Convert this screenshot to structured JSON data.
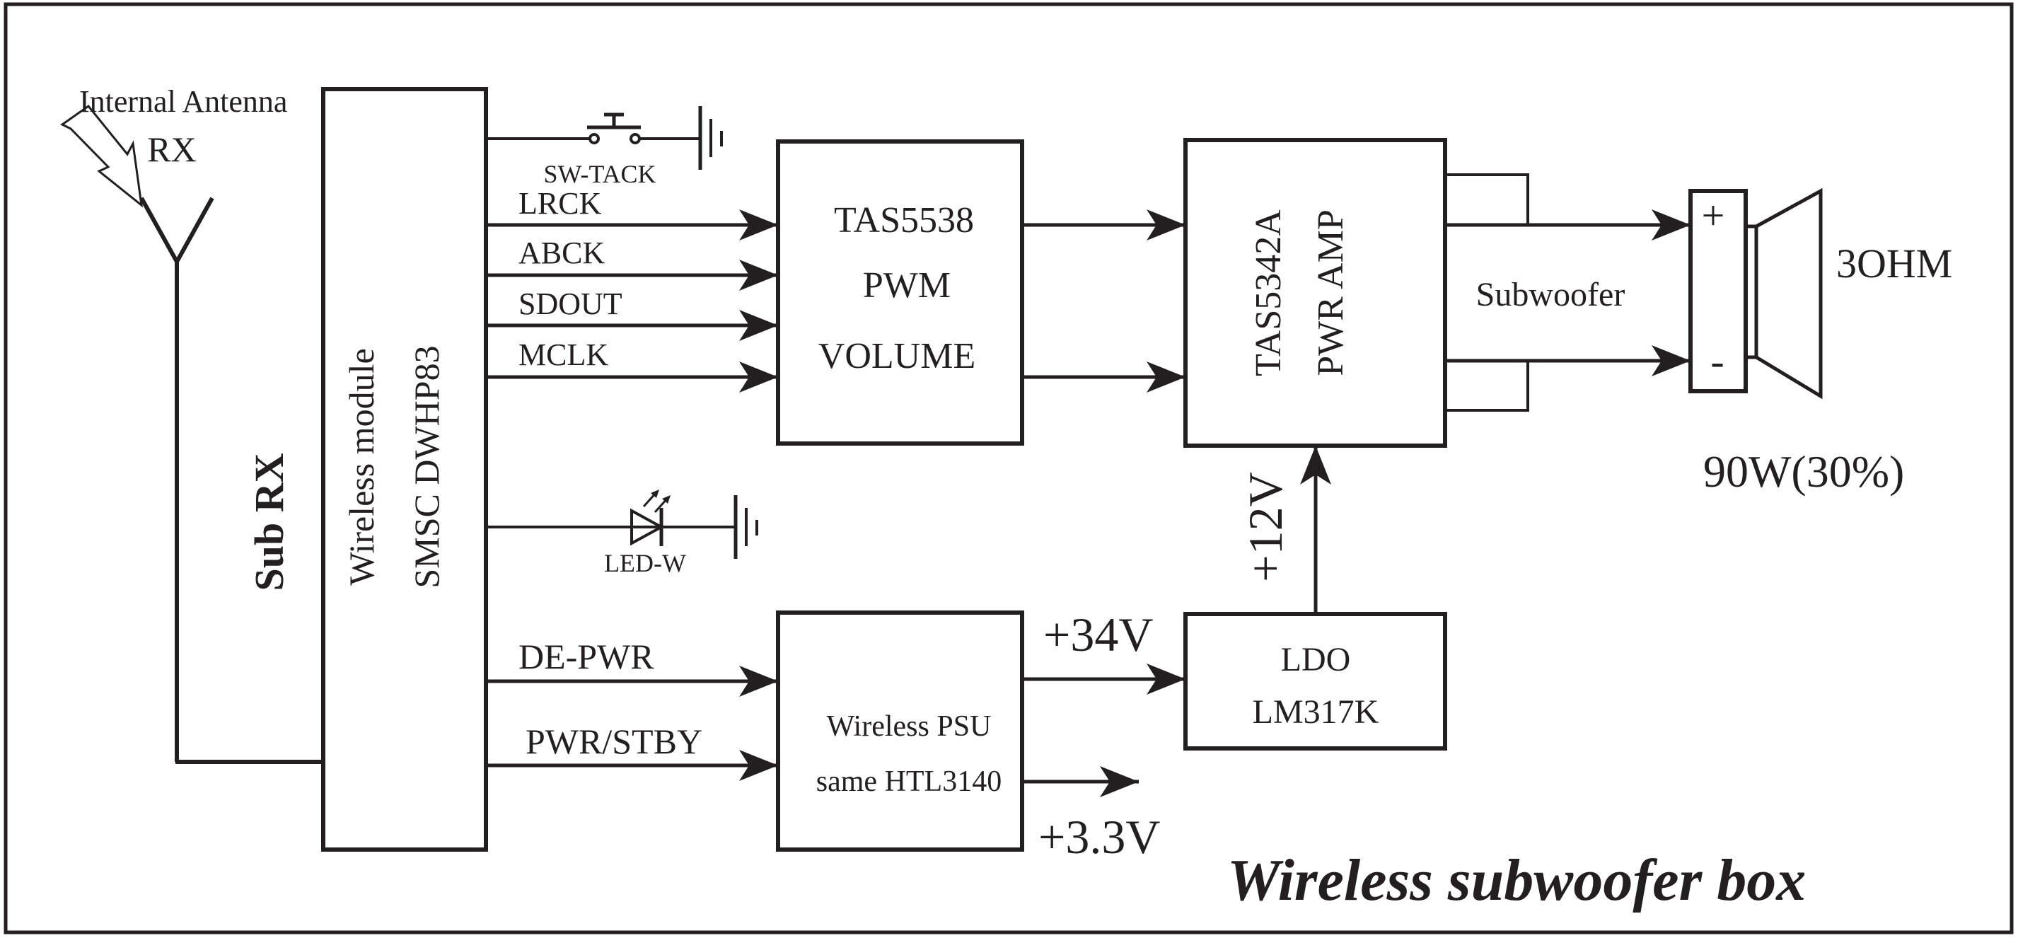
{
  "colors": {
    "ink": "#231f20",
    "background": "#ffffff"
  },
  "title": "Wireless subwoofer box",
  "antenna": {
    "label": "Internal Antenna",
    "sublabel": "RX"
  },
  "sub_rx": {
    "label": "Sub RX"
  },
  "wireless_module": {
    "line1": "Wireless module",
    "line2": "SMSC DWHP83"
  },
  "switch": {
    "label": "SW-TACK"
  },
  "led": {
    "label": "LED-W"
  },
  "signals": {
    "lrck": "LRCK",
    "abck": "ABCK",
    "sdout": "SDOUT",
    "mclk": "MCLK",
    "de_pwr": "DE-PWR",
    "pwr_stby": "PWR/STBY"
  },
  "tas5538": {
    "line1": "TAS5538",
    "line2": "PWM",
    "line3": "VOLUME"
  },
  "tas5342a": {
    "line1": "TAS5342A",
    "line2": "PWR AMP"
  },
  "psu": {
    "line1": "Wireless PSU",
    "line2": "same HTL3140"
  },
  "ldo": {
    "line1": "LDO",
    "line2": "LM317K"
  },
  "rails": {
    "v34": "+34V",
    "v12": "+12V",
    "v33": "+3.3V"
  },
  "output": {
    "label": "Subwoofer"
  },
  "speaker": {
    "plus": "+",
    "minus": "-",
    "impedance": "3OHM",
    "power": "90W(30%)"
  }
}
